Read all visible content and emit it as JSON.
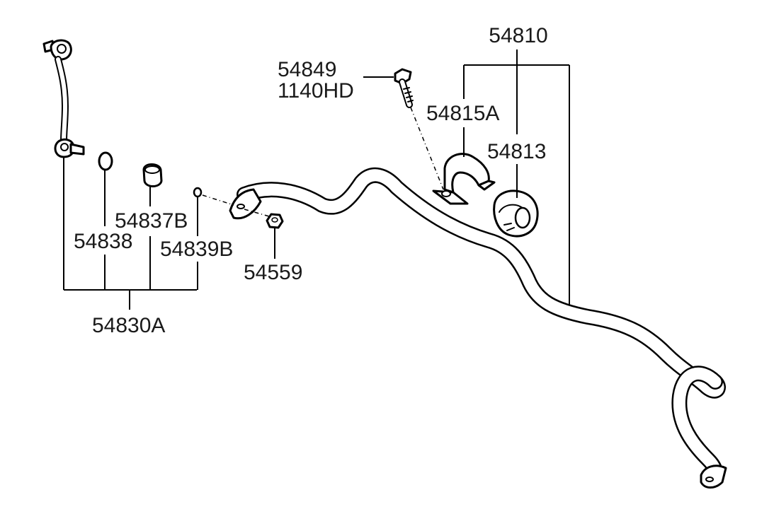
{
  "diagram": {
    "labels": {
      "stabilizer_bar_assy": "54810",
      "bolt": "54849",
      "bolt_alt": "1140HD",
      "bracket": "54815A",
      "bushing": "54813",
      "link_assy": "54830A",
      "dust_cover": "54837B",
      "ring": "54838",
      "retainer_ring": "54839B",
      "nut": "54559"
    }
  }
}
